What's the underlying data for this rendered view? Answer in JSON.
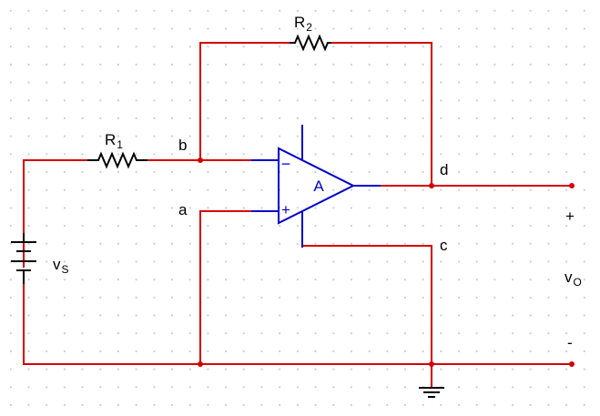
{
  "colors": {
    "wire": "#d40000",
    "opamp": "#0000cc",
    "ground": "#000000",
    "node_dot": "#d40000",
    "grid_dot": "#c8c8c8"
  },
  "labels": {
    "r1_main": "R",
    "r1_sub": "1",
    "r2_main": "R",
    "r2_sub": "2",
    "node_a": "a",
    "node_b": "b",
    "node_c": "c",
    "node_d": "d",
    "source_main": "v",
    "source_sub": "S",
    "output_main": "v",
    "output_sub": "O",
    "output_plus": "+",
    "output_minus": "-",
    "opamp_name": "A",
    "opamp_inverting": "−",
    "opamp_noninverting": "+"
  },
  "components": [
    {
      "id": "R1",
      "type": "resistor"
    },
    {
      "id": "R2",
      "type": "resistor"
    },
    {
      "id": "A",
      "type": "op-amp"
    },
    {
      "id": "vs",
      "type": "dc-source"
    },
    {
      "id": "gnd",
      "type": "ground-icon"
    }
  ]
}
